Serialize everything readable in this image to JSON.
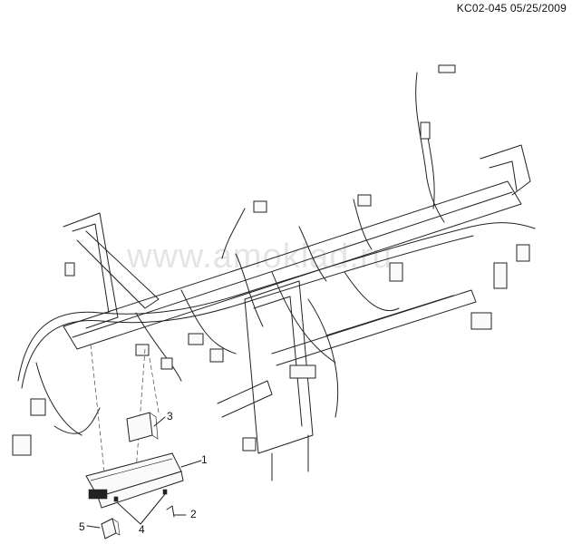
{
  "reference": "KC02-045 05/25/2009",
  "watermark": "www.amoklad.ru",
  "callouts": [
    {
      "id": "1",
      "label": "1"
    },
    {
      "id": "2",
      "label": "2"
    },
    {
      "id": "3",
      "label": "3"
    },
    {
      "id": "4",
      "label": "4"
    },
    {
      "id": "5",
      "label": "5"
    }
  ]
}
